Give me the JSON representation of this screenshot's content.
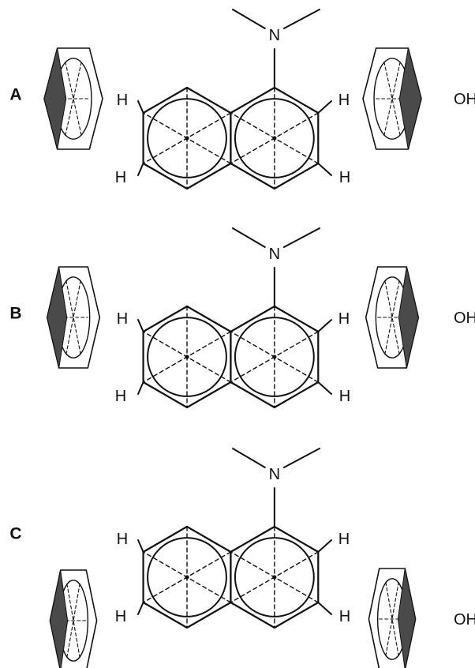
{
  "panels": [
    {
      "label": "A",
      "side_tilt": "wide"
    },
    {
      "label": "B",
      "side_tilt": "mid"
    },
    {
      "label": "C",
      "side_tilt": "narrow"
    }
  ],
  "atoms": {
    "nitrogen": "N",
    "hydrogen": "H",
    "hydroxyl": "OH"
  },
  "colors": {
    "stroke": "#111111",
    "wedge": "#4a4a4a"
  }
}
